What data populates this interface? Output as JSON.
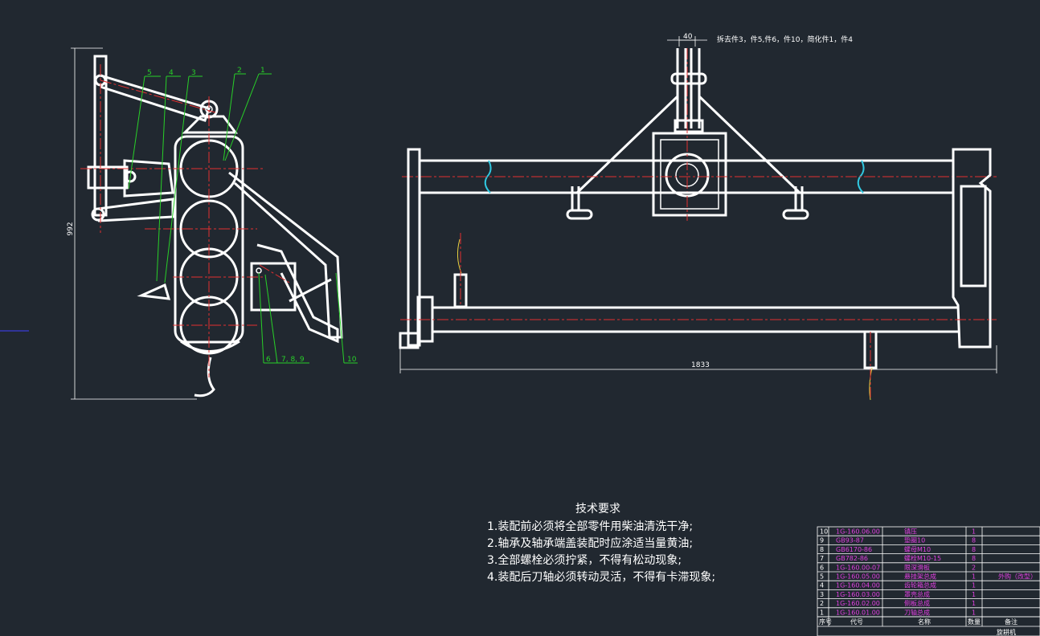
{
  "side_view": {
    "height_dim": "992",
    "balloons": [
      "5",
      "4",
      "3",
      "2",
      "1"
    ],
    "bottom_balloons": [
      "6",
      "7, 8, 9",
      "10"
    ]
  },
  "front_view": {
    "width_dim": "1833",
    "hitch_dim": "40",
    "removal_note": "拆去件3，件5,件6，件10，简化件1，件4"
  },
  "technical_requirements": {
    "title": "技术要求",
    "items": [
      "1.装配前必须将全部零件用柴油清洗干净;",
      "2.轴承及轴承端盖装配时应涂适当量黄油;",
      "3.全部螺栓必须拧紧，不得有松动现象;",
      "4.装配后刀轴必须转动灵活，不得有卡滞现象;"
    ]
  },
  "bom": {
    "rows": [
      {
        "no": "10",
        "code": "1G-160.06.00",
        "name": "镇压",
        "qty": "1",
        "note": ""
      },
      {
        "no": "9",
        "code": "GB93-87",
        "name": "垫圈10",
        "qty": "8",
        "note": ""
      },
      {
        "no": "8",
        "code": "GB6170-86",
        "name": "螺母M10",
        "qty": "8",
        "note": ""
      },
      {
        "no": "7",
        "code": "GB782-86",
        "name": "螺栓M10-15",
        "qty": "8",
        "note": ""
      },
      {
        "no": "6",
        "code": "1G-160.00-07",
        "name": "限深滑板",
        "qty": "2",
        "note": ""
      },
      {
        "no": "5",
        "code": "1G-160.05.00",
        "name": "悬挂架总成",
        "qty": "1",
        "note": "外购（改型）"
      },
      {
        "no": "4",
        "code": "1G-160.04.00",
        "name": "齿轮箱总成",
        "qty": "1",
        "note": ""
      },
      {
        "no": "3",
        "code": "1G-160.03.00",
        "name": "罩壳总成",
        "qty": "1",
        "note": ""
      },
      {
        "no": "2",
        "code": "1G-160.02.00",
        "name": "侧板总成",
        "qty": "1",
        "note": ""
      },
      {
        "no": "1",
        "code": "1G-160.01.00",
        "name": "刀轴总成",
        "qty": "1",
        "note": ""
      }
    ],
    "header": {
      "no": "序号",
      "code": "代号",
      "name": "名称",
      "qty": "数量",
      "note": "备注"
    },
    "footer_text": "旋耕机"
  }
}
